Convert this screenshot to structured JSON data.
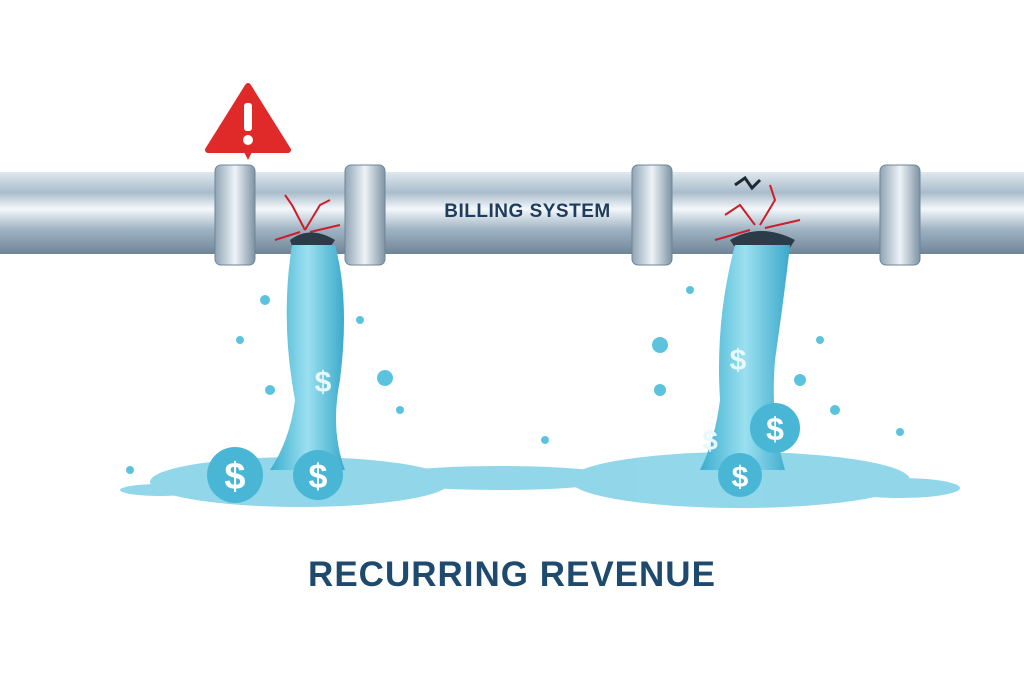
{
  "pipe": {
    "label": "BILLING SYSTEM"
  },
  "caption": "RECURRING REVENUE",
  "icons": {
    "warning": "warning-triangle-icon",
    "currency": "dollar-sign"
  },
  "colors": {
    "pipe": "#b9c9d6",
    "water": "#5cc3de",
    "warning": "#e02a2a",
    "caption": "#1f4a6f",
    "cracks": "#cc1f2a"
  }
}
